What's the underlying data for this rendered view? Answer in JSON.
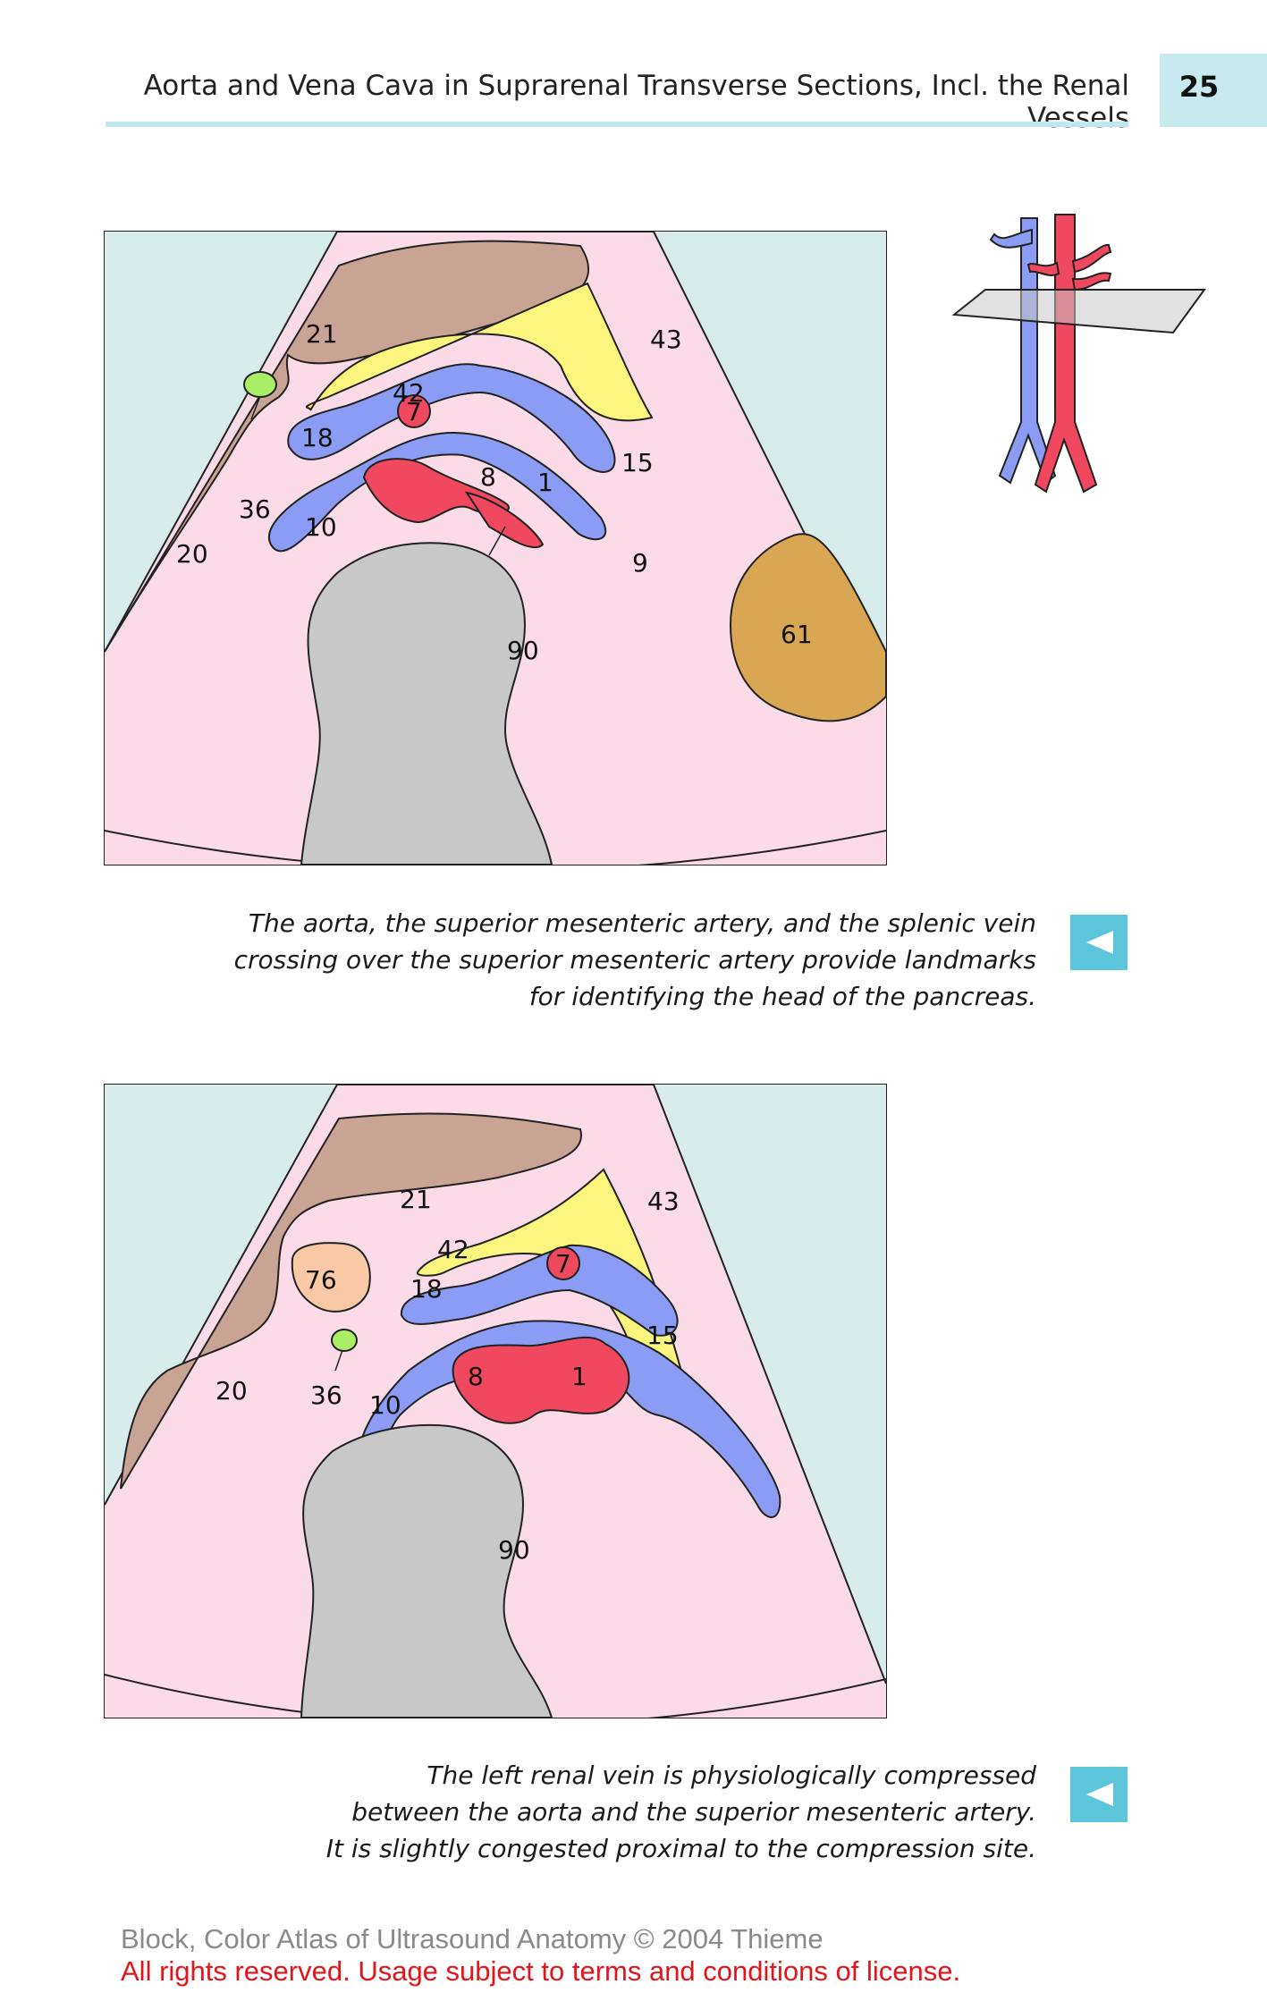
{
  "header": {
    "title": "Aorta and Vena Cava in Suprarenal Transverse Sections, Incl. the Renal Vessels",
    "page_number": "25"
  },
  "figure1": {
    "labels": {
      "l21": "21",
      "l43": "43",
      "l42": "42",
      "l7": "7",
      "l18": "18",
      "l15": "15",
      "l8": "8",
      "l1": "1",
      "l36": "36",
      "l10": "10",
      "l9": "9",
      "l20": "20",
      "l61": "61",
      "l90": "90"
    }
  },
  "caption1": {
    "lines": [
      "The aorta, the superior mesenteric artery, and the splenic vein",
      "crossing over the superior mesenteric artery provide landmarks",
      "for identifying the head of the pancreas."
    ]
  },
  "figure2": {
    "labels": {
      "l21": "21",
      "l43": "43",
      "l42": "42",
      "l7": "7",
      "l76": "76",
      "l18": "18",
      "l15": "15",
      "l8": "8",
      "l1": "1",
      "l36": "36",
      "l20": "20",
      "l10": "10",
      "l90": "90"
    }
  },
  "caption2": {
    "lines": [
      "The left renal vein is physiologically compressed",
      "between the aorta and the superior mesenteric artery.",
      "It is slightly congested proximal to the compression site."
    ]
  },
  "footer": {
    "line1": "Block, Color Atlas of Ultrasound Anatomy © 2004 Thieme",
    "line2": "All rights reserved. Usage subject to terms and conditions of license."
  },
  "colors": {
    "pink": "#fcdbe8",
    "brown": "#c9a394",
    "yellow": "#fbf67e",
    "blue": "#8b9cf4",
    "red": "#f0485f",
    "green": "#aaee66",
    "gray": "#c8c8c8",
    "ochre": "#d9a653",
    "peach": "#f9c9a5",
    "teal": "#d9ecec",
    "nav": "#5bc5db"
  },
  "icons": {
    "nav": "triangle-left-icon"
  }
}
